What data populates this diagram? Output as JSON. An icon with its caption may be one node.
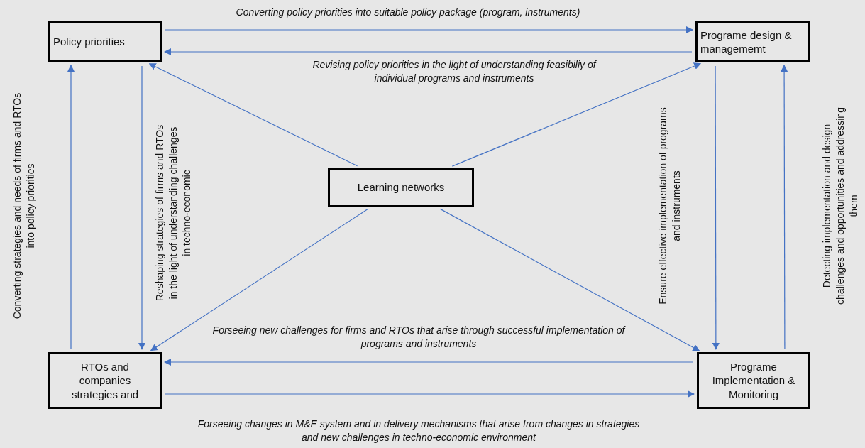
{
  "diagram": {
    "nodes": [
      {
        "text": [
          "Policy priorities"
        ]
      },
      {
        "text": [
          "Programe design & managememt"
        ]
      },
      {
        "text": [
          "Learning networks"
        ]
      },
      {
        "text": [
          "RTOs and companies strategies and"
        ]
      },
      {
        "text": [
          "Programe Implementation & Monitoring"
        ]
      }
    ],
    "edges": [
      {
        "from": 0,
        "to": 1,
        "arrow": "to",
        "label": "Converting policy priorities into suitable policy package (program, instruments)"
      },
      {
        "from": 1,
        "to": 0,
        "arrow": "to",
        "label": "Revising policy priorities in the light of understanding feasibiliy of individual programs and instruments"
      },
      {
        "from": 3,
        "to": 0,
        "arrow": "to",
        "label": "Converting strategies and needs of firms and RTOs into policy priorities"
      },
      {
        "from": 0,
        "to": 3,
        "arrow": "to",
        "label": "Reshaping strategies of firms and RTOs in the light of understanding challenges in techno-economic"
      },
      {
        "from": 1,
        "to": 4,
        "arrow": "to",
        "label": "Ensure  effective implementation of programs  and instruments"
      },
      {
        "from": 4,
        "to": 1,
        "arrow": "to",
        "label": "Detecting implementation and design challenges and opportunities and addressing them"
      },
      {
        "from": 4,
        "to": 3,
        "arrow": "to",
        "label": "Forseeing new challenges for firms and RTOs that arise through successful implementation of programs and instruments"
      },
      {
        "from": 3,
        "to": 4,
        "arrow": "to",
        "label": "Forseeing changes in M&E system and in delivery mechanisms that arise from changes in strategies and new challenges in techno-economic environment"
      },
      {
        "from": 2,
        "to": 0,
        "arrow": "to"
      },
      {
        "from": 2,
        "to": 1,
        "arrow": "to"
      },
      {
        "from": 2,
        "to": 3,
        "arrow": "to"
      },
      {
        "from": 2,
        "to": 4,
        "arrow": "to"
      }
    ]
  }
}
